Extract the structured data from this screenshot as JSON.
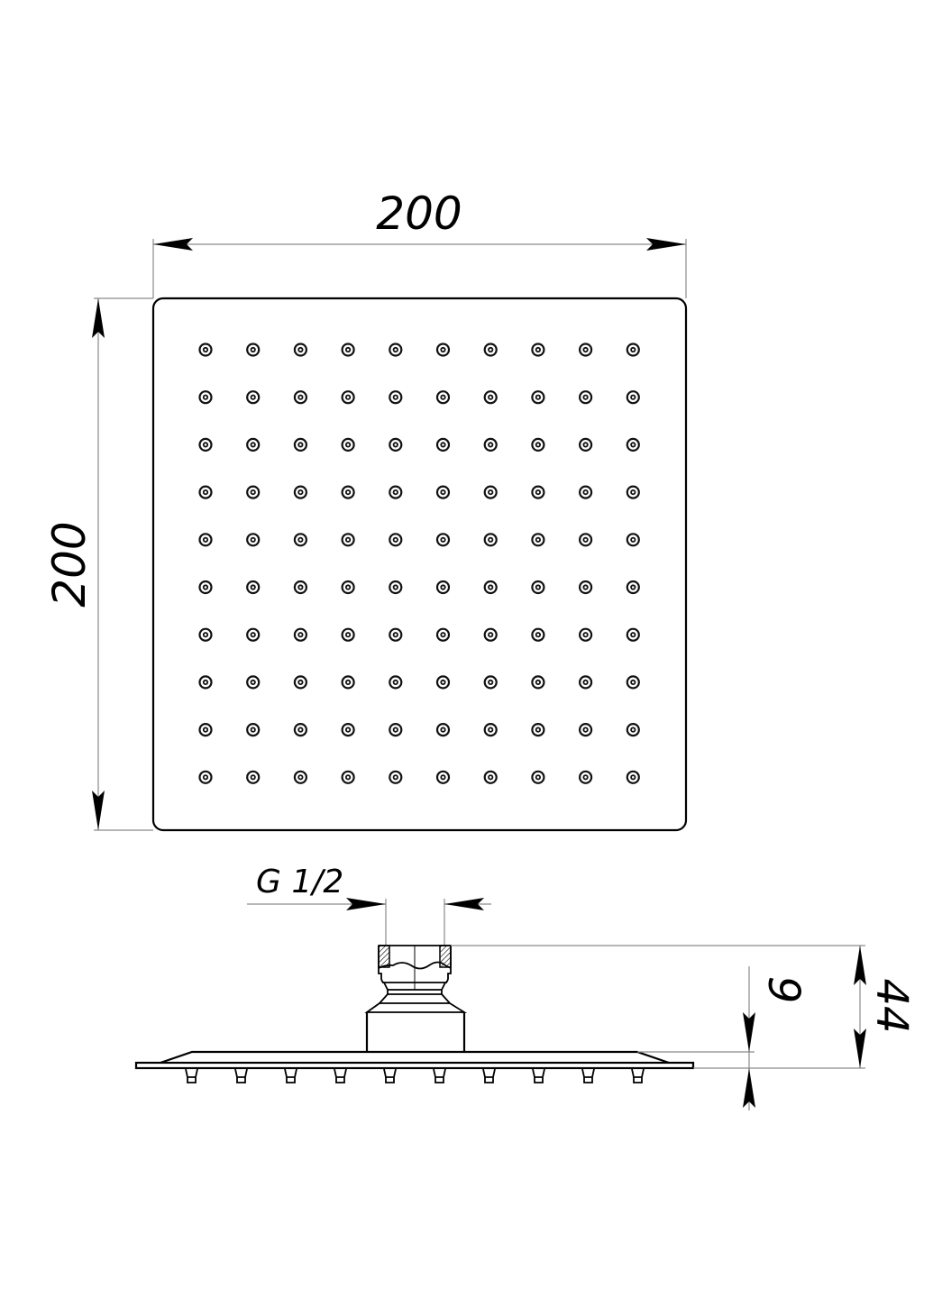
{
  "drawing": {
    "title": "Square shower head — technical drawing",
    "colors": {
      "outline": "#000000",
      "dimension_line": "#8a8a8a",
      "background": "#ffffff"
    },
    "top_view": {
      "width_dimension": "200",
      "height_dimension": "200",
      "nozzle_grid": {
        "rows": 10,
        "cols": 10
      }
    },
    "side_view": {
      "thread_label": "G 1/2",
      "plate_thickness_dimension": "9",
      "total_height_dimension": "44",
      "visible_nozzles": 10
    }
  }
}
